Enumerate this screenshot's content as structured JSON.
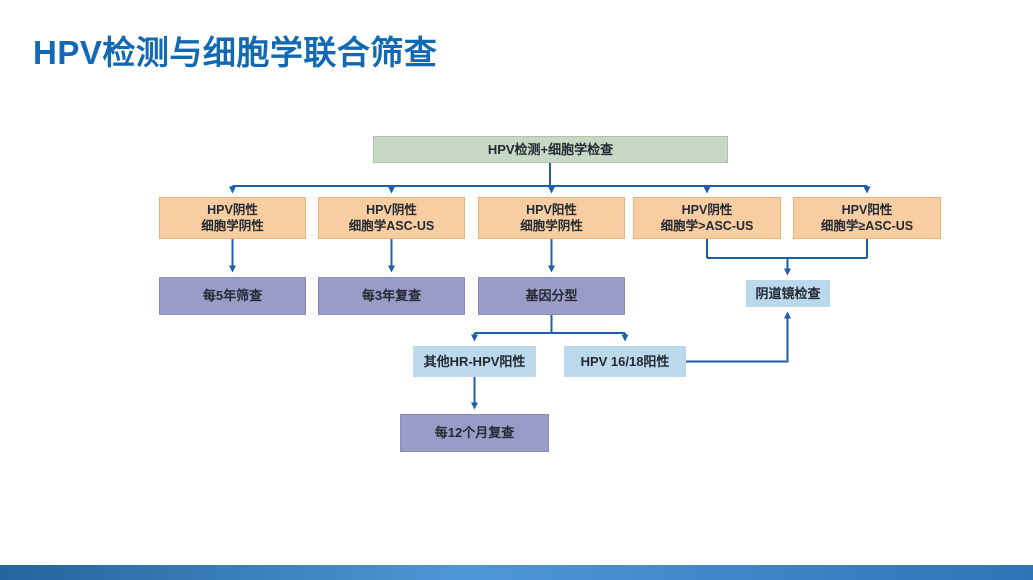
{
  "slide": {
    "title": "HPV检测与细胞学联合筛查",
    "colors": {
      "title": "#1169b4",
      "text": "#232a33",
      "line": "#1c5ea8",
      "green": "#c7d9c5",
      "green_border": "#a9c6a7",
      "orange": "#f9cda2",
      "orange_border": "#edb077",
      "purple": "#9b9bc8",
      "purple_border": "#8c8cbd",
      "lightblue": "#bcd8eb",
      "footer": "#2f74b5"
    }
  },
  "flowchart": {
    "root": {
      "label": "HPV检测+细胞学检查"
    },
    "branches": [
      {
        "line1": "HPV阴性",
        "line2": "细胞学阴性"
      },
      {
        "line1": "HPV阴性",
        "line2": "细胞学ASC-US"
      },
      {
        "line1": "HPV阳性",
        "line2": "细胞学阴性"
      },
      {
        "line1": "HPV阴性",
        "line2": "细胞学>ASC-US"
      },
      {
        "line1": "HPV阳性",
        "line2": "细胞学≥ASC-US"
      }
    ],
    "outcomes": {
      "every_5_years": "每5年筛查",
      "every_3_years": "每3年复查",
      "genotyping": "基因分型",
      "colposcopy": "阴道镜检查",
      "other_hr_hpv": "其他HR-HPV阳性",
      "hpv_16_18": "HPV 16/18阳性",
      "every_12_months": "每12个月复查"
    }
  }
}
